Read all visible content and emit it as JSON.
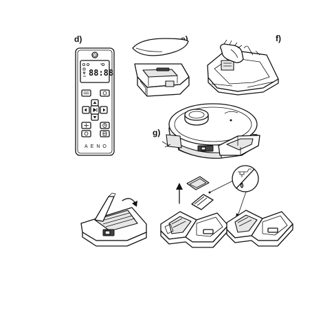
{
  "labels": {
    "d": "d)",
    "e": "e)",
    "f": "f)",
    "g": "g)"
  },
  "remote": {
    "brand": "AENO",
    "display_text": "88:88",
    "icons": [
      "power-icon",
      "home-icon",
      "spot-clean-icon",
      "schedule-icon",
      "direction-pad-icon",
      "fan-speed-icon",
      "water-level-icon"
    ]
  },
  "colors": {
    "line": "#111111",
    "shade": "#e6e6e6",
    "background": "#ffffff"
  }
}
